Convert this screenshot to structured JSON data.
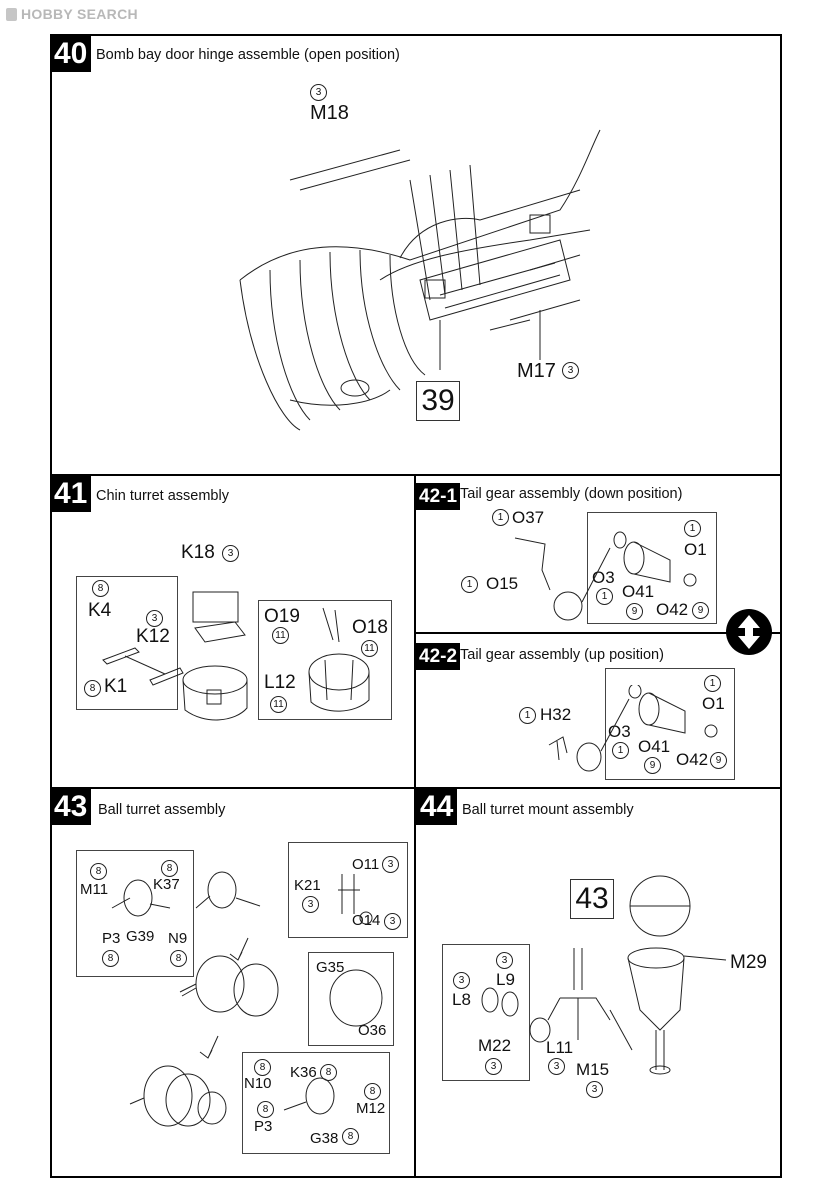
{
  "watermark": "HOBBY SEARCH",
  "steps": {
    "s40": {
      "number": "40",
      "title": "Bomb bay door hinge assemble (open position)",
      "parts": {
        "m18": "M18",
        "m18_qty": "3",
        "m17": "M17",
        "m17_qty": "3"
      },
      "ref_step": "39"
    },
    "s41": {
      "number": "41",
      "title": "Chin turret assembly",
      "parts": {
        "k18": "K18",
        "k18_qty": "3",
        "k4_qty": "8",
        "k4": "K4",
        "k12_qty": "3",
        "k12": "K12",
        "k1_qty": "8",
        "k1": "K1",
        "o19": "O19",
        "o19_qty": "11",
        "o18": "O18",
        "o18_qty": "11",
        "l12": "L12",
        "l12_qty": "11"
      }
    },
    "s42_1": {
      "number": "42-1",
      "title": "Tail gear assembly (down position)",
      "parts": {
        "o37_qty": "1",
        "o37": "O37",
        "o15_qty": "1",
        "o15": "O15",
        "o3": "O3",
        "o3_qty": "1",
        "o41": "O41",
        "o41_qty": "9",
        "o1_qty": "1",
        "o1": "O1",
        "o42": "O42",
        "o42_qty": "9"
      }
    },
    "s42_2": {
      "number": "42-2",
      "title": "Tail gear assembly (up position)",
      "parts": {
        "h32_qty": "1",
        "h32": "H32",
        "o3": "O3",
        "o3_qty": "1",
        "o41": "O41",
        "o41_qty": "9",
        "o1_qty": "1",
        "o1": "O1",
        "o42": "O42",
        "o42_qty": "9"
      }
    },
    "s43": {
      "number": "43",
      "title": "Ball turret assembly",
      "parts": {
        "m11_qty": "8",
        "m11": "M11",
        "k37_qty": "8",
        "k37": "K37",
        "p3": "P3",
        "p3_qty": "8",
        "g39": "G39",
        "n9": "N9",
        "n9_qty": "8",
        "o11": "O11",
        "o11_qty": "3",
        "k21": "K21",
        "k21_qty": "3",
        "o14": "O14",
        "o14_qty": "3",
        "g35": "G35",
        "o36": "O36",
        "n10_qty": "8",
        "n10": "N10",
        "k36": "K36",
        "k36_qty": "8",
        "m12_qty": "8",
        "m12": "M12",
        "p3b_qty": "8",
        "p3b": "P3",
        "g38": "G38",
        "g38_qty": "8"
      }
    },
    "s44": {
      "number": "44",
      "title": "Ball turret mount assembly",
      "ref_step": "43",
      "parts": {
        "m29": "M29",
        "l9_qty": "3",
        "l9": "L9",
        "l8_qty": "3",
        "l8": "L8",
        "m22": "M22",
        "m22_qty": "3",
        "l11": "L11",
        "l11_qty": "3",
        "m15": "M15",
        "m15_qty": "3"
      }
    }
  }
}
